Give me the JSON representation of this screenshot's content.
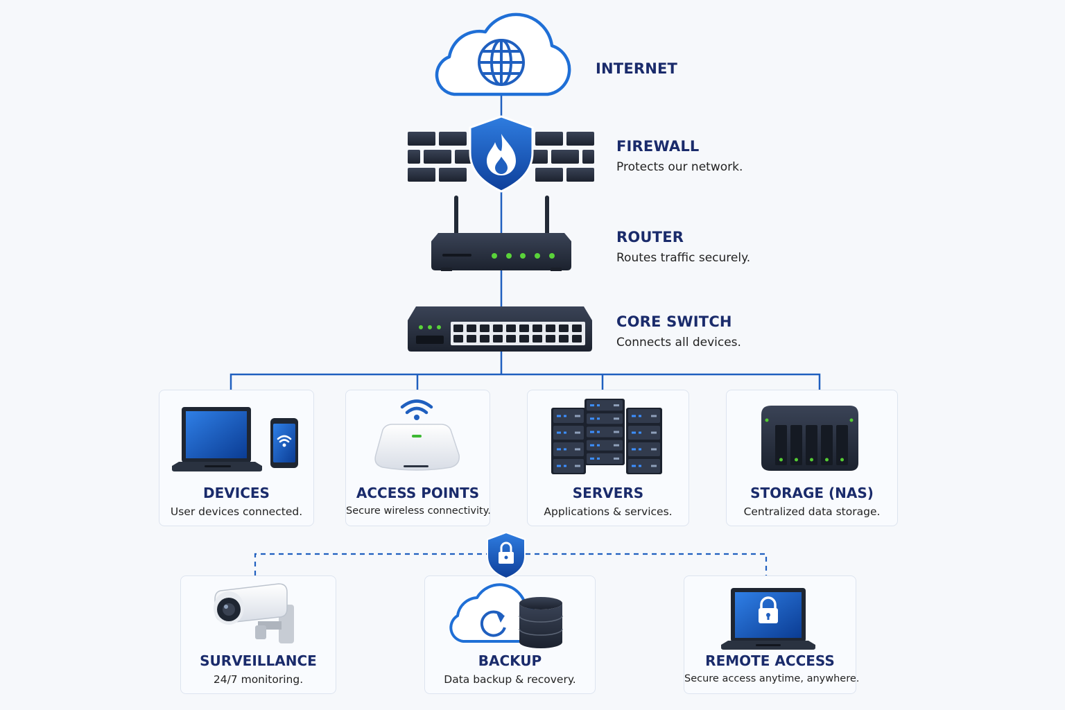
{
  "internet": {
    "title": "INTERNET",
    "icon": "globe-cloud-icon"
  },
  "firewall": {
    "title": "FIREWALL",
    "desc": "Protects our network.",
    "icon": "firewall-shield-icon"
  },
  "router": {
    "title": "ROUTER",
    "desc": "Routes traffic securely.",
    "icon": "router-icon"
  },
  "core_switch": {
    "title": "CORE SWITCH",
    "desc": "Connects all devices.",
    "icon": "switch-icon"
  },
  "tier1": [
    {
      "title": "DEVICES",
      "desc": "User devices connected.",
      "icon": "laptop-phone-icon"
    },
    {
      "title": "ACCESS POINTS",
      "desc": "Secure wireless connectivity.",
      "icon": "access-point-icon"
    },
    {
      "title": "SERVERS",
      "desc": "Applications & services.",
      "icon": "server-rack-icon"
    },
    {
      "title": "STORAGE (NAS)",
      "desc": "Centralized data storage.",
      "icon": "nas-icon"
    }
  ],
  "security_hub": {
    "icon": "lock-shield-icon"
  },
  "tier2": [
    {
      "title": "SURVEILLANCE",
      "desc": "24/7 monitoring.",
      "icon": "camera-icon"
    },
    {
      "title": "BACKUP",
      "desc": "Data backup & recovery.",
      "icon": "cloud-backup-icon"
    },
    {
      "title": "REMOTE ACCESS",
      "desc": "Secure access anytime, anywhere.",
      "icon": "secure-laptop-icon"
    }
  ],
  "colors": {
    "accent": "#1f5fbf",
    "navy": "#1a2b6b",
    "device": "#2a3240",
    "led": "#55cc33"
  }
}
